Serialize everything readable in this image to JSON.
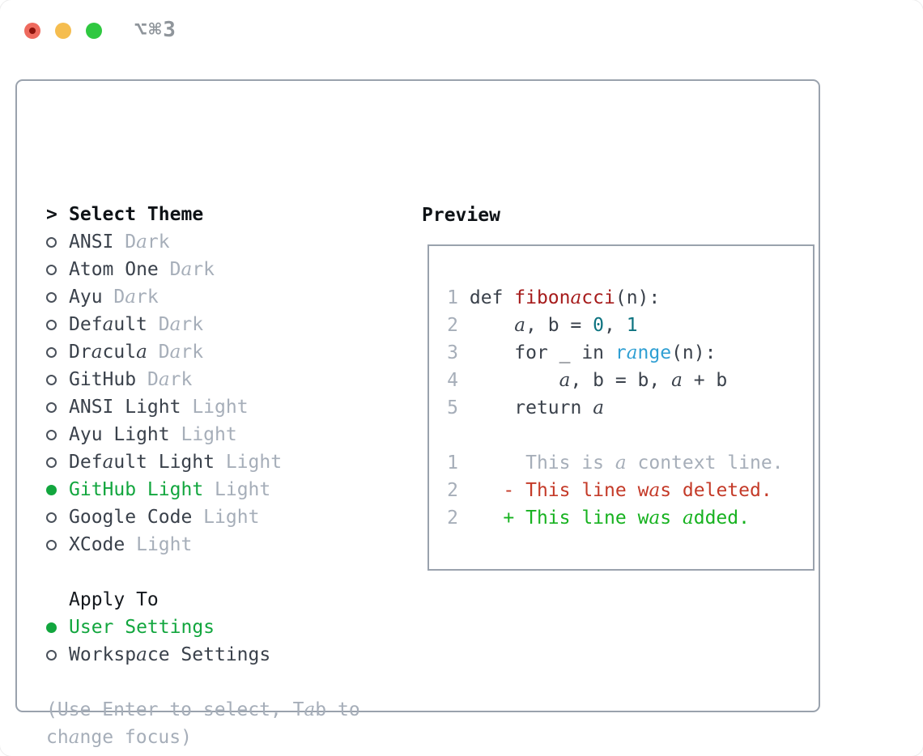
{
  "window": {
    "shortcut": "⌥⌘3"
  },
  "colors": {
    "accent_green": "#12a63e",
    "function_red": "#a61b1b",
    "number_teal": "#0d7380",
    "builtin_blue": "#2f9fd3",
    "diff_red": "#c43a28",
    "diff_green": "#17b220",
    "text_dark": "#3a414b",
    "text_muted": "#a6aeb9",
    "border_gray": "#9aa2ad"
  },
  "theme_panel": {
    "title_prefix": ">",
    "title": "Select Theme",
    "themes": [
      {
        "name": "ANSI",
        "variant": "Dark",
        "selected": false
      },
      {
        "name": "Atom One",
        "variant": "Dark",
        "selected": false
      },
      {
        "name": "Ayu",
        "variant": "Dark",
        "selected": false
      },
      {
        "name": "Default",
        "variant": "Dark",
        "selected": false
      },
      {
        "name": "Dracula",
        "variant": "Dark",
        "selected": false
      },
      {
        "name": "GitHub",
        "variant": "Dark",
        "selected": false
      },
      {
        "name": "ANSI Light",
        "variant": "Light",
        "selected": false
      },
      {
        "name": "Ayu Light",
        "variant": "Light",
        "selected": false
      },
      {
        "name": "Default Light",
        "variant": "Light",
        "selected": false
      },
      {
        "name": "GitHub Light",
        "variant": "Light",
        "selected": true
      },
      {
        "name": "Google Code",
        "variant": "Light",
        "selected": false
      },
      {
        "name": "XCode",
        "variant": "Light",
        "selected": false
      }
    ],
    "apply_to": {
      "title": "Apply To",
      "options": [
        {
          "label": "User Settings",
          "selected": true
        },
        {
          "label": "Workspace Settings",
          "selected": false
        }
      ]
    },
    "hint_lines": [
      "(Use Enter to select, Tab to",
      "change focus)"
    ]
  },
  "preview": {
    "title": "Preview",
    "lines": [
      {
        "num": "1",
        "tokens": [
          {
            "text": "def ",
            "style": "t"
          },
          {
            "text": "fibonacci",
            "style": "fn"
          },
          {
            "text": "(n):",
            "style": "t"
          }
        ]
      },
      {
        "num": "2",
        "tokens": [
          {
            "text": "    a, b = ",
            "style": "t"
          },
          {
            "text": "0",
            "style": "n"
          },
          {
            "text": ", ",
            "style": "t"
          },
          {
            "text": "1",
            "style": "n"
          }
        ]
      },
      {
        "num": "3",
        "tokens": [
          {
            "text": "    for _ in ",
            "style": "t"
          },
          {
            "text": "range",
            "style": "b"
          },
          {
            "text": "(n):",
            "style": "t"
          }
        ]
      },
      {
        "num": "4",
        "tokens": [
          {
            "text": "        a, b = b, a + b",
            "style": "t"
          }
        ]
      },
      {
        "num": "5",
        "tokens": [
          {
            "text": "    return a",
            "style": "t"
          }
        ]
      },
      {
        "num": "",
        "tokens": []
      },
      {
        "num": "1",
        "tokens": [
          {
            "text": "     This is a context line.",
            "style": "ctx"
          }
        ]
      },
      {
        "num": "2",
        "tokens": [
          {
            "text": "   - This line was deleted.",
            "style": "del"
          }
        ]
      },
      {
        "num": "2",
        "tokens": [
          {
            "text": "   + This line was added.",
            "style": "add"
          }
        ]
      }
    ]
  }
}
